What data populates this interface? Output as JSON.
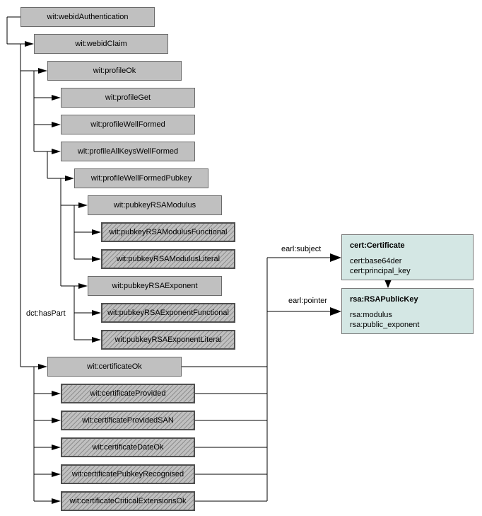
{
  "edge_labels": {
    "has_part": "dct:hasPart",
    "subject": "earl:subject",
    "pointer": "earl:pointer"
  },
  "tree": {
    "nodes": [
      {
        "id": "webidAuthentication",
        "label": "wit:webidAuthentication",
        "level": 0,
        "row": 0,
        "hatched": false,
        "parent": null
      },
      {
        "id": "webidClaim",
        "label": "wit:webidClaim",
        "level": 1,
        "row": 1,
        "hatched": false,
        "parent": "webidAuthentication"
      },
      {
        "id": "profileOk",
        "label": "wit:profileOk",
        "level": 2,
        "row": 2,
        "hatched": false,
        "parent": "webidClaim"
      },
      {
        "id": "profileGet",
        "label": "wit:profileGet",
        "level": 3,
        "row": 3,
        "hatched": false,
        "parent": "profileOk"
      },
      {
        "id": "profileWellFormed",
        "label": "wit:profileWellFormed",
        "level": 3,
        "row": 4,
        "hatched": false,
        "parent": "profileOk"
      },
      {
        "id": "profileAllKeysWellFormed",
        "label": "wit:profileAllKeysWellFormed",
        "level": 3,
        "row": 5,
        "hatched": false,
        "parent": "profileOk"
      },
      {
        "id": "profileWellFormedPubkey",
        "label": "wit:profileWellFormedPubkey",
        "level": 4,
        "row": 6,
        "hatched": false,
        "parent": "profileAllKeysWellFormed"
      },
      {
        "id": "pubkeyRSAModulus",
        "label": "wit:pubkeyRSAModulus",
        "level": 5,
        "row": 7,
        "hatched": false,
        "parent": "profileWellFormedPubkey"
      },
      {
        "id": "pubkeyRSAModulusFunctional",
        "label": "wit:pubkeyRSAModulusFunctional",
        "level": 6,
        "row": 8,
        "hatched": true,
        "parent": "pubkeyRSAModulus"
      },
      {
        "id": "pubkeyRSAModulusLiteral",
        "label": "wit:pubkeyRSAModulusLiteral",
        "level": 6,
        "row": 9,
        "hatched": true,
        "parent": "pubkeyRSAModulus"
      },
      {
        "id": "pubkeyRSAExponent",
        "label": "wit:pubkeyRSAExponent",
        "level": 5,
        "row": 10,
        "hatched": false,
        "parent": "profileWellFormedPubkey"
      },
      {
        "id": "pubkeyRSAExponentFunctional",
        "label": "wit:pubkeyRSAExponentFunctional",
        "level": 6,
        "row": 11,
        "hatched": true,
        "parent": "pubkeyRSAExponent"
      },
      {
        "id": "pubkeyRSAExponentLiteral",
        "label": "wit:pubkeyRSAExponentLiteral",
        "level": 6,
        "row": 12,
        "hatched": true,
        "parent": "pubkeyRSAExponent"
      },
      {
        "id": "certificateOk",
        "label": "wit:certificateOk",
        "level": 2,
        "row": 13,
        "hatched": false,
        "parent": "webidClaim"
      },
      {
        "id": "certificateProvided",
        "label": "wit:certificateProvided",
        "level": 3,
        "row": 14,
        "hatched": true,
        "parent": "certificateOk"
      },
      {
        "id": "certificateProvidedSAN",
        "label": "wit:certificateProvidedSAN",
        "level": 3,
        "row": 15,
        "hatched": true,
        "parent": "certificateOk"
      },
      {
        "id": "certificateDateOk",
        "label": "wit:certificateDateOk",
        "level": 3,
        "row": 16,
        "hatched": true,
        "parent": "certificateOk"
      },
      {
        "id": "certificatePubkeyRecognised",
        "label": "wit:certificatePubkeyRecognised",
        "level": 3,
        "row": 17,
        "hatched": true,
        "parent": "certificateOk"
      },
      {
        "id": "certificateCriticalExtensionsOk",
        "label": "wit:certificateCriticalExtensionsOk",
        "level": 3,
        "row": 18,
        "hatched": true,
        "parent": "certificateOk"
      }
    ]
  },
  "entities": [
    {
      "title": "cert:Certificate",
      "attributes": [
        "cert:base64der",
        "cert:principal_key"
      ]
    },
    {
      "title": "rsa:RSAPublicKey",
      "attributes": [
        "rsa:modulus",
        "rsa:public_exponent"
      ]
    }
  ],
  "colors": {
    "node_fill": "#c0c0c0",
    "node_border": "#6b6b6b",
    "hatched_border": "#4f4f4f",
    "hatch_stripe": "#8f8f8f",
    "entity_fill": "#d4e7e4",
    "entity_border": "#7a7a7a",
    "line": "#000000",
    "text": "#000000",
    "background": "#ffffff"
  }
}
